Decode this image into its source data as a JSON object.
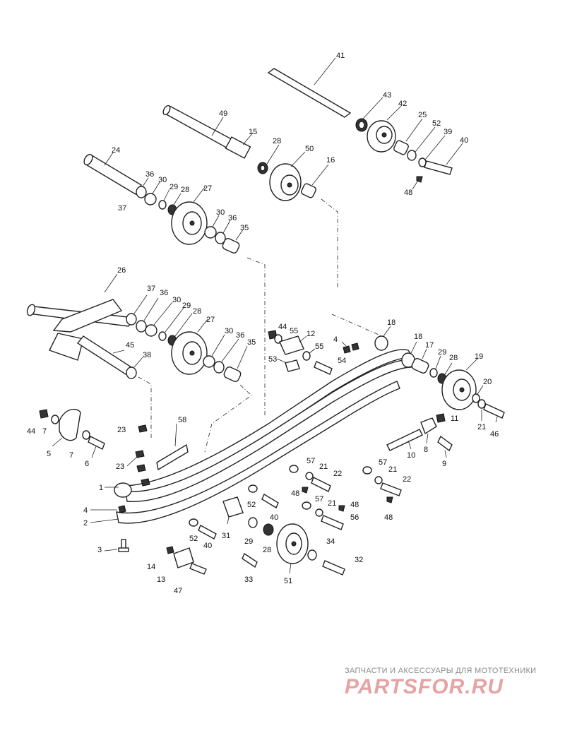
{
  "diagram": {
    "labels": {
      "l41": "41",
      "l43": "43",
      "l42": "42",
      "l25": "25",
      "l52a": "52",
      "l39": "39",
      "l40a": "40",
      "l48a": "48",
      "l49": "49",
      "l15": "15",
      "l28a": "28",
      "l50": "50",
      "l16": "16",
      "l24": "24",
      "l36a": "36",
      "l30a": "30",
      "l29a": "29",
      "l28b": "28",
      "l27a": "27",
      "l37a": "37",
      "l30b": "30",
      "l36b": "36",
      "l35a": "35",
      "l26": "26",
      "l37b": "37",
      "l36c": "36",
      "l30c": "30",
      "l29b": "29",
      "l28c": "28",
      "l27b": "27",
      "l45": "45",
      "l38": "38",
      "l30d": "30",
      "l36d": "36",
      "l35b": "35",
      "l44a": "44",
      "l55a": "55",
      "l12": "12",
      "l55b": "55",
      "l53": "53",
      "l54": "54",
      "l4a": "4",
      "l18a": "18",
      "l18b": "18",
      "l17": "17",
      "l29c": "29",
      "l28d": "28",
      "l19": "19",
      "l20": "20",
      "l21a": "21",
      "l46": "46",
      "l11": "11",
      "l8": "8",
      "l9": "9",
      "l10": "10",
      "l44b": "44",
      "l7a": "7",
      "l5": "5",
      "l7b": "7",
      "l6": "6",
      "l23a": "23",
      "l58": "58",
      "l23b": "23",
      "l57a": "57",
      "l21b": "21",
      "l22a": "22",
      "l48b": "48",
      "l57b": "57",
      "l21c": "21",
      "l22b": "22",
      "l48c": "48",
      "l1": "1",
      "l4b": "4",
      "l2": "2",
      "l3": "3",
      "l52b": "52",
      "l40b": "40",
      "l57c": "57",
      "l21d": "21",
      "l48d": "48",
      "l56": "56",
      "l52c": "52",
      "l40c": "40",
      "l31": "31",
      "l29d": "29",
      "l28e": "28",
      "l14": "14",
      "l13": "13",
      "l47": "47",
      "l33": "33",
      "l34": "34",
      "l32": "32",
      "l51": "51"
    }
  },
  "footer": {
    "caption": "ЗАПЧАСТИ И АКСЕССУАРЫ ДЛЯ МОТОТЕХНИКИ",
    "logo": "PARTSFOR.RU"
  }
}
